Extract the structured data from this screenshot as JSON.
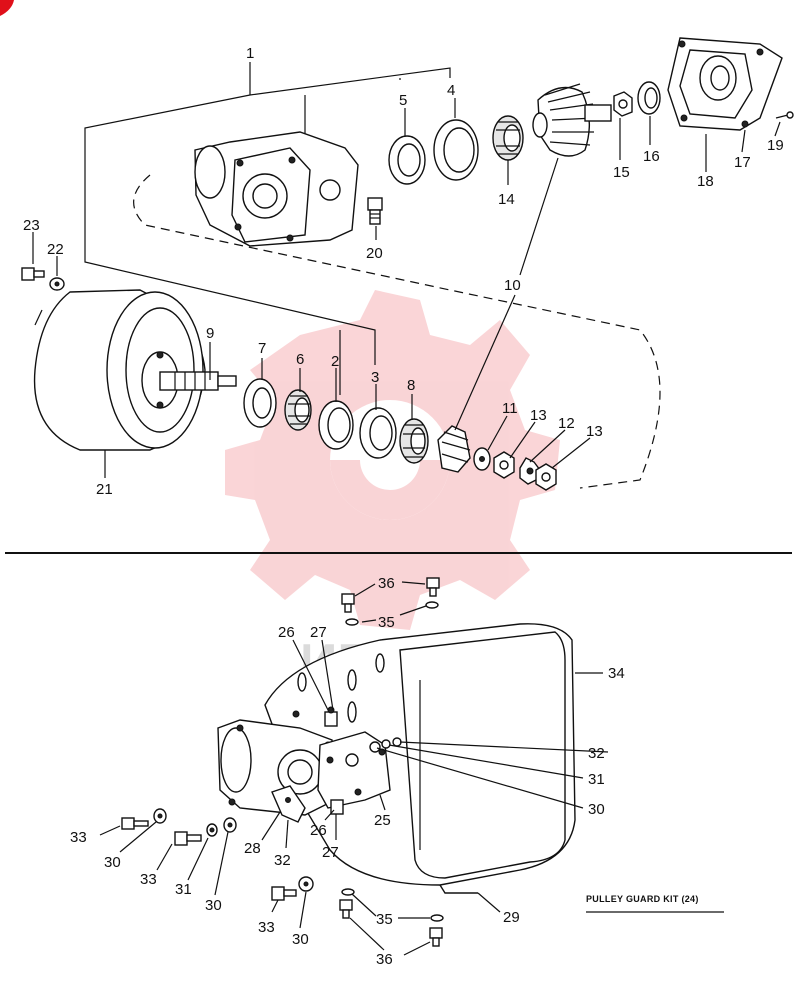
{
  "caption": "PULLEY GUARD KIT (24)",
  "watermark": "ИГТЕХ",
  "colors": {
    "ink": "#111111",
    "watermark": "#e8424a",
    "marker": "#e0101a"
  },
  "top_labels": {
    "l1": "1",
    "l2": "2",
    "l3": "3",
    "l4": "4",
    "l5": "5",
    "l6": "6",
    "l7": "7",
    "l8": "8",
    "l9": "9",
    "l10": "10",
    "l11": "11",
    "l12": "12",
    "l13a": "13",
    "l13b": "13",
    "l14": "14",
    "l15": "15",
    "l16": "16",
    "l17": "17",
    "l18": "18",
    "l19": "19",
    "l20": "20",
    "l21": "21",
    "l22": "22",
    "l23": "23"
  },
  "bottom_labels": {
    "l25": "25",
    "l26a": "26",
    "l26b": "26",
    "l27a": "27",
    "l27b": "27",
    "l28": "28",
    "l29": "29",
    "l30a": "30",
    "l30b": "30",
    "l30c": "30",
    "l30d": "30",
    "l31a": "31",
    "l31b": "31",
    "l32a": "32",
    "l32b": "32",
    "l33a": "33",
    "l33b": "33",
    "l33c": "33",
    "l34": "34",
    "l35a": "35",
    "l35b": "35",
    "l36a": "36",
    "l36b": "36"
  }
}
